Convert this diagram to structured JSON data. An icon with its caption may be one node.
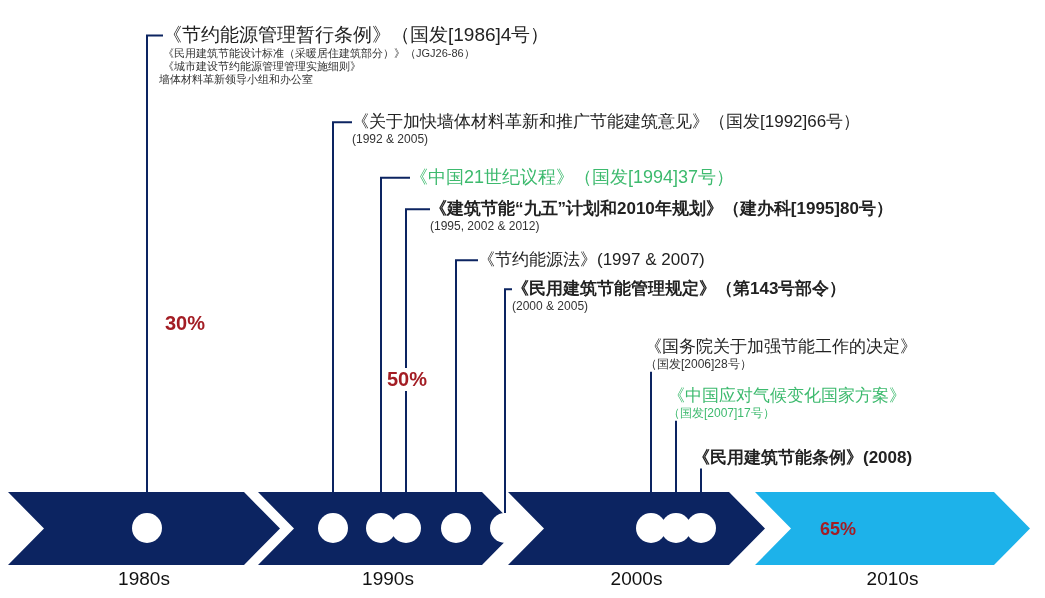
{
  "diagram": {
    "nodes": [
      {
        "text": [
          "《节约能源管理暂行条例》（国发[1986]4号）",
          "《民用建筑节能设计标准（采暖居住建筑部分）》（JGJ26-86）",
          "《城市建设节约能源管理管理实施细则》",
          "墙体材料革新领导小组和办公室"
        ]
      },
      {
        "text": [
          "《关于加快墙体材料革新和推广节能建筑意见》（国发[1992]66号）",
          "(1992 & 2005)"
        ]
      },
      {
        "text": [
          "《中国21世纪议程》（国发[1994]37号）"
        ]
      },
      {
        "text": [
          "《建筑节能“九五”计划和2010年规划》（建办科[1995]80号）",
          "(1995, 2002 & 2012)"
        ]
      },
      {
        "text": [
          "《节约能源法》(1997 & 2007)"
        ]
      },
      {
        "text": [
          "《民用建筑节能管理规定》（第143号部令）",
          "(2000 & 2005)"
        ]
      },
      {
        "text": [
          "《国务院关于加强节能工作的决定》",
          "（国发[2006]28号）"
        ]
      },
      {
        "text": [
          "《中国应对气候变化国家方案》",
          "（国发[2007]17号）"
        ]
      },
      {
        "text": [
          "《民用建筑节能条例》(2008)"
        ]
      },
      {
        "text": [
          "1980s"
        ]
      },
      {
        "text": [
          "1990s"
        ]
      },
      {
        "text": [
          "2000s"
        ]
      },
      {
        "text": [
          "65%",
          "2010s"
        ]
      },
      {
        "text": [],
        "shape": "circle",
        "in": 9
      },
      {
        "text": [],
        "shape": "circle",
        "in": 10
      },
      {
        "text": [],
        "shape": "circle",
        "in": 10
      },
      {
        "text": [],
        "shape": "circle",
        "in": 10
      },
      {
        "text": [],
        "shape": "circle",
        "in": 10
      },
      {
        "text": [],
        "shape": "circle",
        "in": 10
      },
      {
        "text": [],
        "shape": "circle",
        "in": 11
      },
      {
        "text": [],
        "shape": "circle",
        "in": 11
      },
      {
        "text": [],
        "shape": "circle",
        "in": 11
      }
    ],
    "edges": [
      {
        "from": 0,
        "to": 13,
        "arrow": "none"
      },
      {
        "from": 1,
        "to": 14,
        "arrow": "none"
      },
      {
        "from": 2,
        "to": 15,
        "arrow": "none"
      },
      {
        "from": 3,
        "to": 16,
        "arrow": "none"
      },
      {
        "from": 4,
        "to": 17,
        "arrow": "none"
      },
      {
        "from": 5,
        "to": 18,
        "arrow": "none"
      },
      {
        "from": 6,
        "to": 19,
        "arrow": "none"
      },
      {
        "from": 7,
        "to": 20,
        "arrow": "none"
      },
      {
        "from": 8,
        "to": 21,
        "arrow": "none"
      }
    ],
    "labels": [
      "30%",
      "50%"
    ]
  }
}
